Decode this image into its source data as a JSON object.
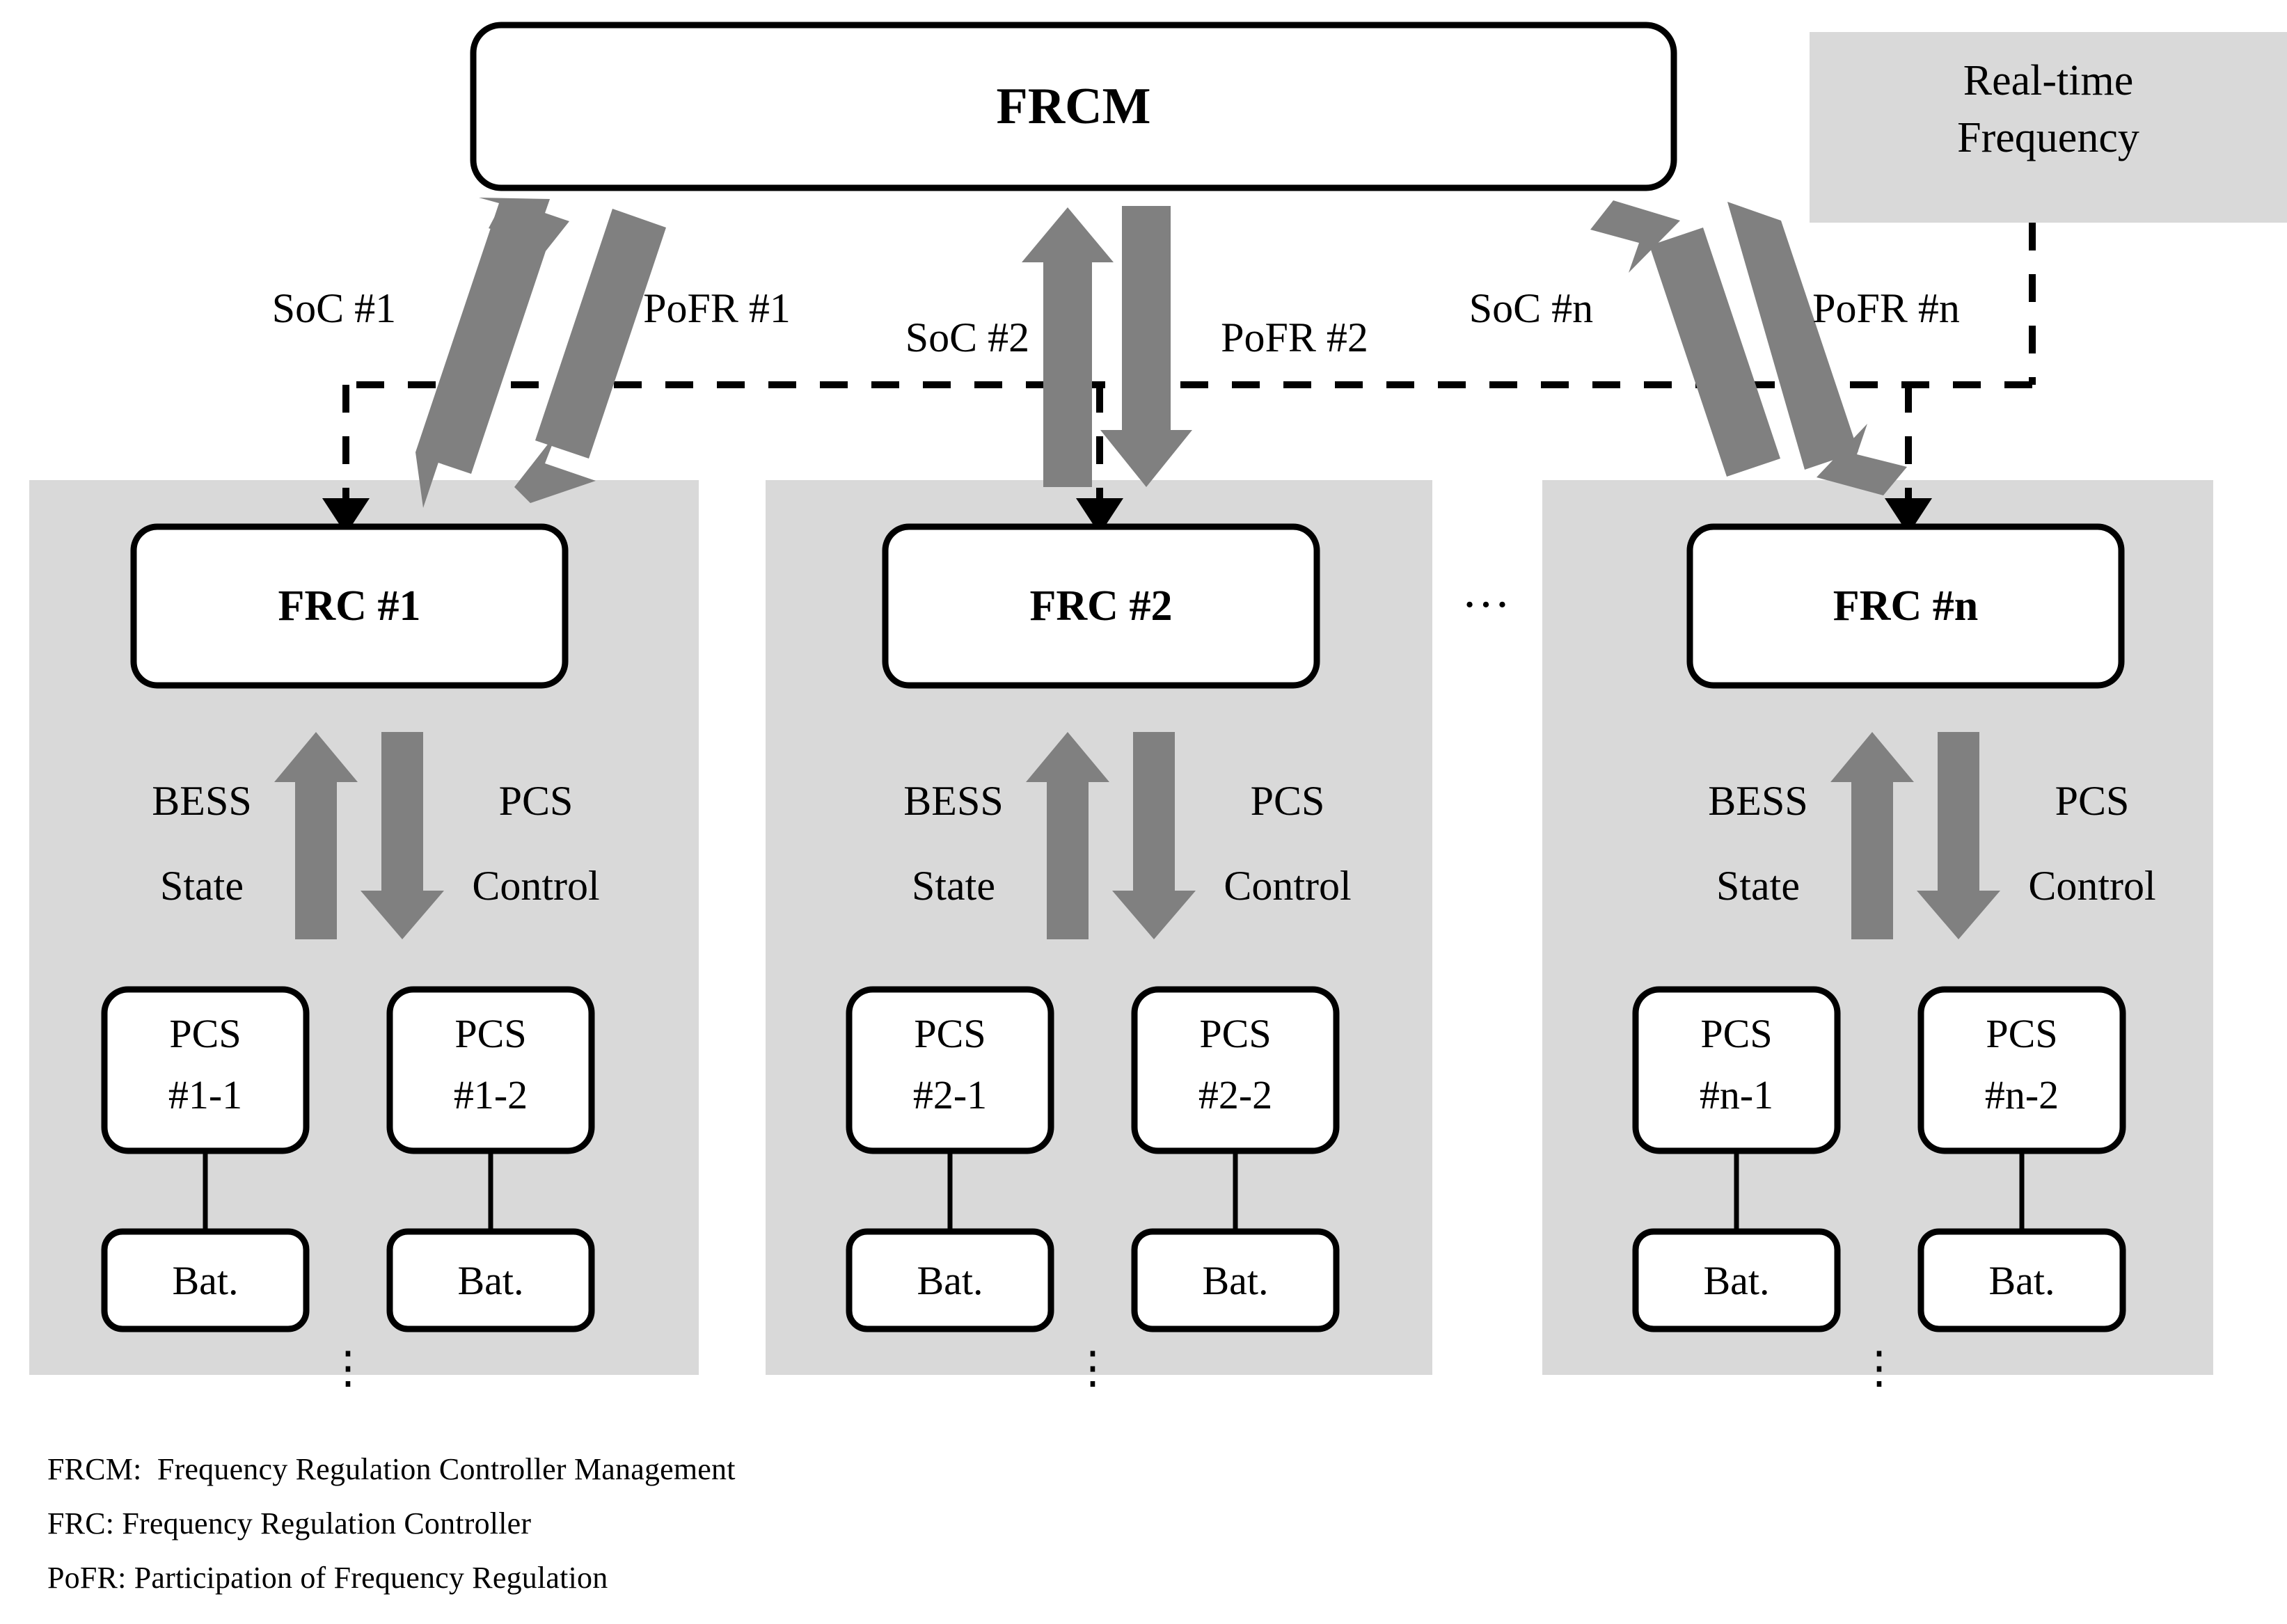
{
  "diagram": {
    "title_box": {
      "label": "FRCM"
    },
    "side_box": {
      "label_line1": "Real-time",
      "label_line2": "Frequency"
    },
    "ellipsis": "…",
    "vertical_ellipsis": "⋮",
    "colors": {
      "arrow_gray": "#808080",
      "panel_gray": "#d9d9d9",
      "line_black": "#000000",
      "box_white": "#ffffff"
    },
    "channels": [
      {
        "up_label": "SoC #1",
        "down_label": "PoFR #1"
      },
      {
        "up_label": "SoC #2",
        "down_label": "PoFR #2"
      },
      {
        "up_label": "SoC #n",
        "down_label": "PoFR #n"
      }
    ],
    "groups": [
      {
        "controller": "FRC #1",
        "up_label_line1": "BESS",
        "up_label_line2": "State",
        "down_label_line1": "PCS",
        "down_label_line2": "Control",
        "units": [
          {
            "pcs_line1": "PCS",
            "pcs_line2": "#1-1",
            "battery": "Bat."
          },
          {
            "pcs_line1": "PCS",
            "pcs_line2": "#1-2",
            "battery": "Bat."
          }
        ]
      },
      {
        "controller": "FRC #2",
        "up_label_line1": "BESS",
        "up_label_line2": "State",
        "down_label_line1": "PCS",
        "down_label_line2": "Control",
        "units": [
          {
            "pcs_line1": "PCS",
            "pcs_line2": "#2-1",
            "battery": "Bat."
          },
          {
            "pcs_line1": "PCS",
            "pcs_line2": "#2-2",
            "battery": "Bat."
          }
        ]
      },
      {
        "controller": "FRC #n",
        "up_label_line1": "BESS",
        "up_label_line2": "State",
        "down_label_line1": "PCS",
        "down_label_line2": "Control",
        "units": [
          {
            "pcs_line1": "PCS",
            "pcs_line2": "#n-1",
            "battery": "Bat."
          },
          {
            "pcs_line1": "PCS",
            "pcs_line2": "#n-2",
            "battery": "Bat."
          }
        ]
      }
    ],
    "legend": [
      "FRCM:  Frequency Regulation Controller Management",
      "FRC: Frequency Regulation Controller",
      "PoFR: Participation of Frequency Regulation"
    ]
  }
}
